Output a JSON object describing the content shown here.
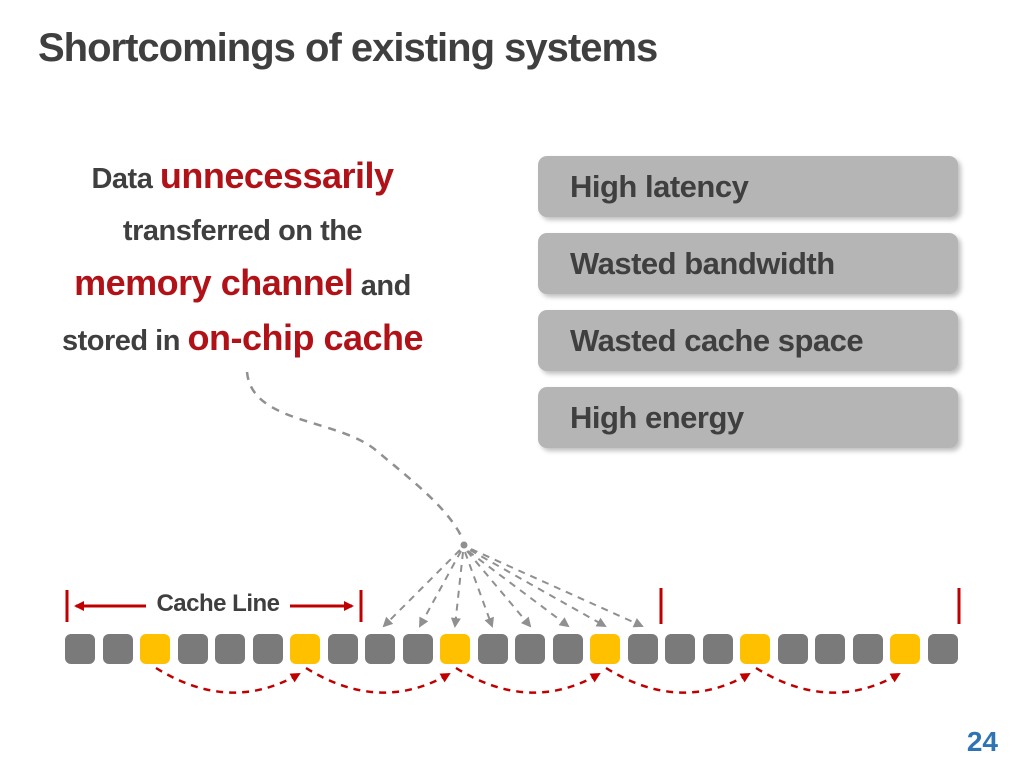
{
  "title": "Shortcomings of existing systems",
  "message": {
    "line1_normal": "Data ",
    "line1_em": "unnecessarily",
    "line2": "transferred on the",
    "line3_em": "memory channel",
    "line3_normal": " and",
    "line4_normal": "stored in ",
    "line4_em": "on-chip cache"
  },
  "shortcomings": [
    {
      "label": "High latency"
    },
    {
      "label": "Wasted bandwidth"
    },
    {
      "label": "Wasted cache space"
    },
    {
      "label": "High energy"
    }
  ],
  "cache_line_label": "Cache Line",
  "memory_row": {
    "count": 24,
    "yellow_indices": [
      2,
      6,
      10,
      14,
      18,
      22
    ]
  },
  "page_number": "24",
  "colors": {
    "text_dark": "#3F3F3F",
    "accent_red": "#B01218",
    "marker_red": "#C00000",
    "box_gray": "#B5B5B5",
    "square_gray": "#7A7A7A",
    "square_yellow": "#FFC000",
    "page_blue": "#2E74B5",
    "arrow_gray": "#909090"
  }
}
